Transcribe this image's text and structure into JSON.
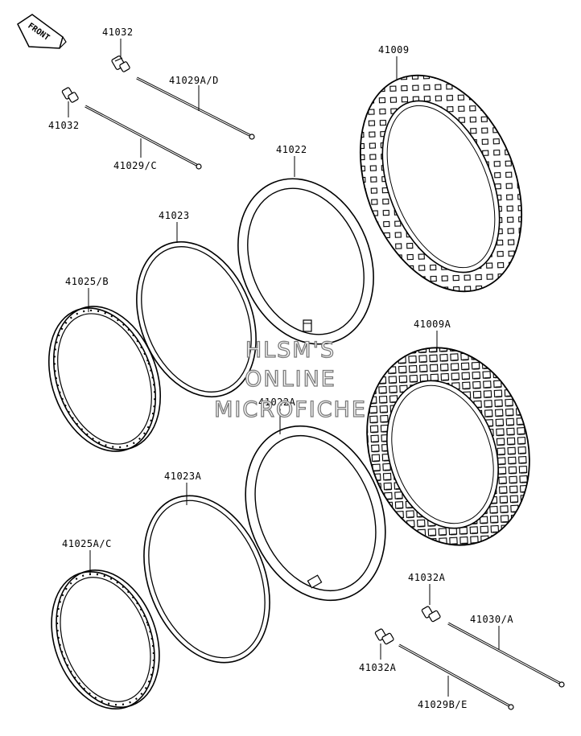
{
  "front_arrow_label": "FRONT",
  "labels": {
    "valve_top_1": "41032",
    "spoke_set_top": "41029A/D",
    "valve_top_2": "41032",
    "spoke_set_top_2": "41029/C",
    "rear_tire": "41009",
    "rear_tube": "41022",
    "rim_band_rear": "41023",
    "rim_rear": "41025/B",
    "front_tire": "41009A",
    "front_tube": "41022A",
    "rim_band_front": "41023A",
    "rim_front": "41025A/C",
    "valve_bottom_1": "41032A",
    "spoke_set_bottom": "41030/A",
    "valve_bottom_2": "41032A",
    "spoke_set_bottom_2": "41029B/E"
  },
  "watermark": {
    "line1": "HLSM'S",
    "line2": "ONLINE",
    "line3": "MICROFICHE"
  }
}
